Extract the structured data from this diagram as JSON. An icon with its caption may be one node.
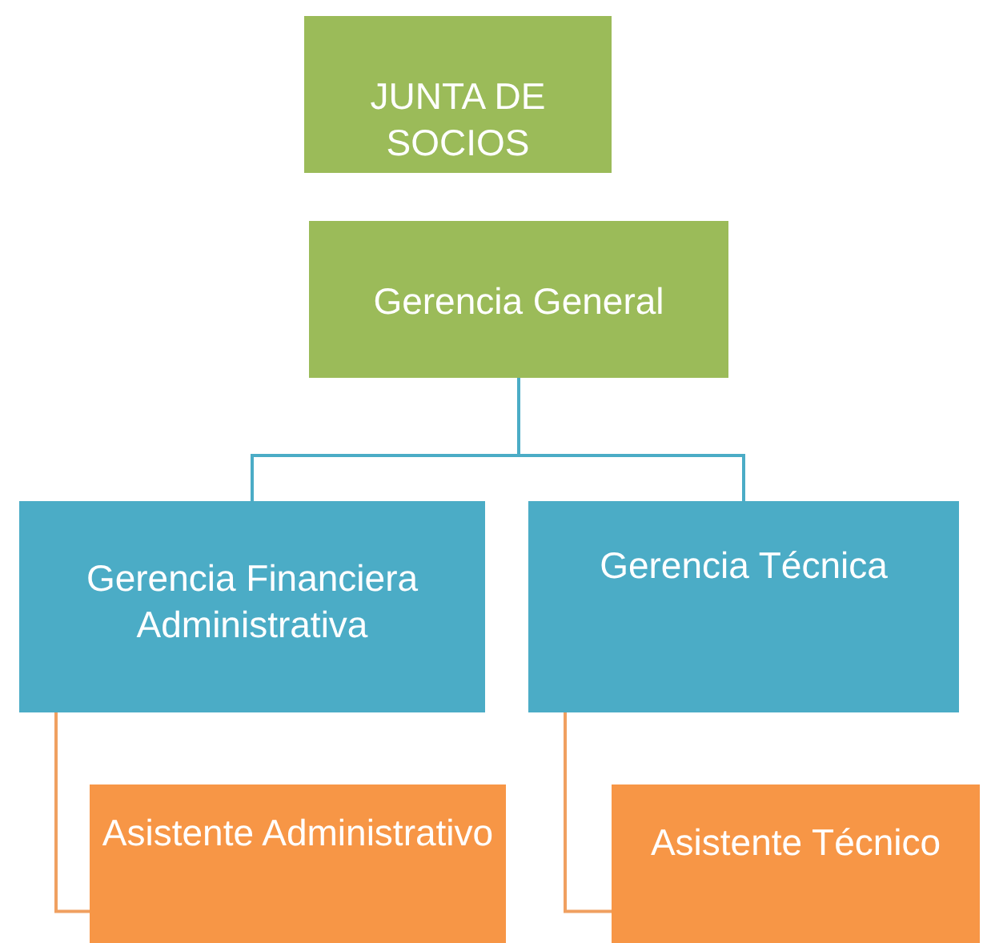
{
  "diagram": {
    "nodes": [
      {
        "text": [
          "JUNTA DE SOCIOS"
        ]
      },
      {
        "text": [
          "Gerencia General"
        ]
      },
      {
        "text": [
          "Gerencia Financiera Administrativa"
        ]
      },
      {
        "text": [
          "Gerencia Técnica"
        ]
      },
      {
        "text": [
          "Asistente Administrativo"
        ]
      },
      {
        "text": [
          "Asistente Técnico"
        ]
      }
    ],
    "edges": [
      {
        "from": 1,
        "to": 2,
        "arrow": "none",
        "color": "#4bacc6"
      },
      {
        "from": 1,
        "to": 3,
        "arrow": "none",
        "color": "#4bacc6"
      },
      {
        "from": 2,
        "to": 4,
        "arrow": "none",
        "color": "#f0a060"
      },
      {
        "from": 3,
        "to": 5,
        "arrow": "none",
        "color": "#f0a060"
      }
    ]
  }
}
